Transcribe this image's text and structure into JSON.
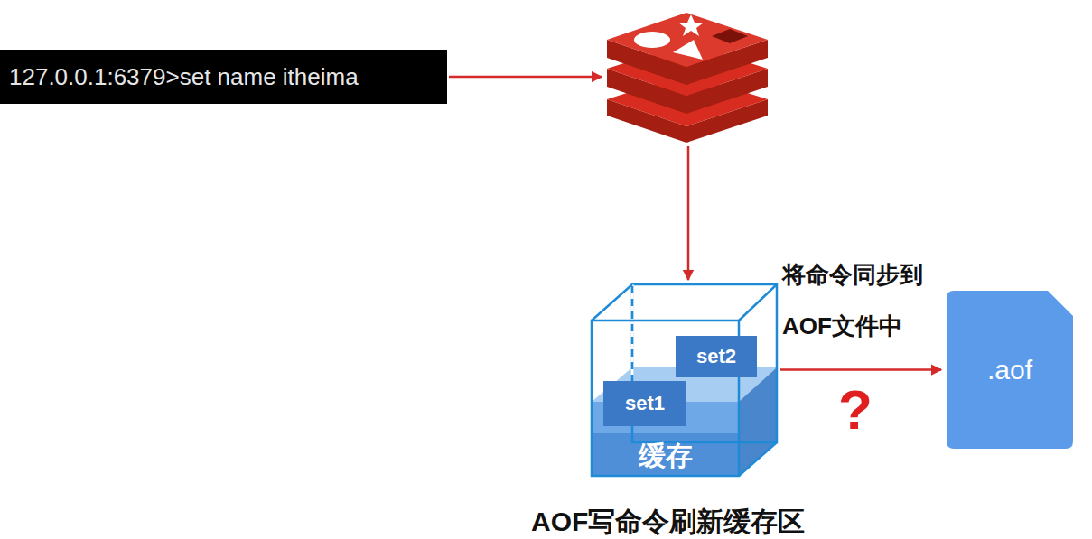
{
  "diagram": {
    "nodes": [
      {
        "text": [
          "127.0.0.1:6379>set name itheima"
        ]
      },
      {
        "text": [
          "缓存"
        ]
      },
      {
        "text": [
          "set1"
        ],
        "in": 1
      },
      {
        "text": [
          "set2"
        ],
        "in": 1
      },
      {
        "text": [
          ".aof"
        ]
      }
    ],
    "edges": [
      {
        "from": 1,
        "to": 4,
        "arrow": "to",
        "label": "将命令同步到 AOF文件中"
      }
    ],
    "labels": [
      "?",
      "AOF写命令刷新缓存区"
    ]
  }
}
